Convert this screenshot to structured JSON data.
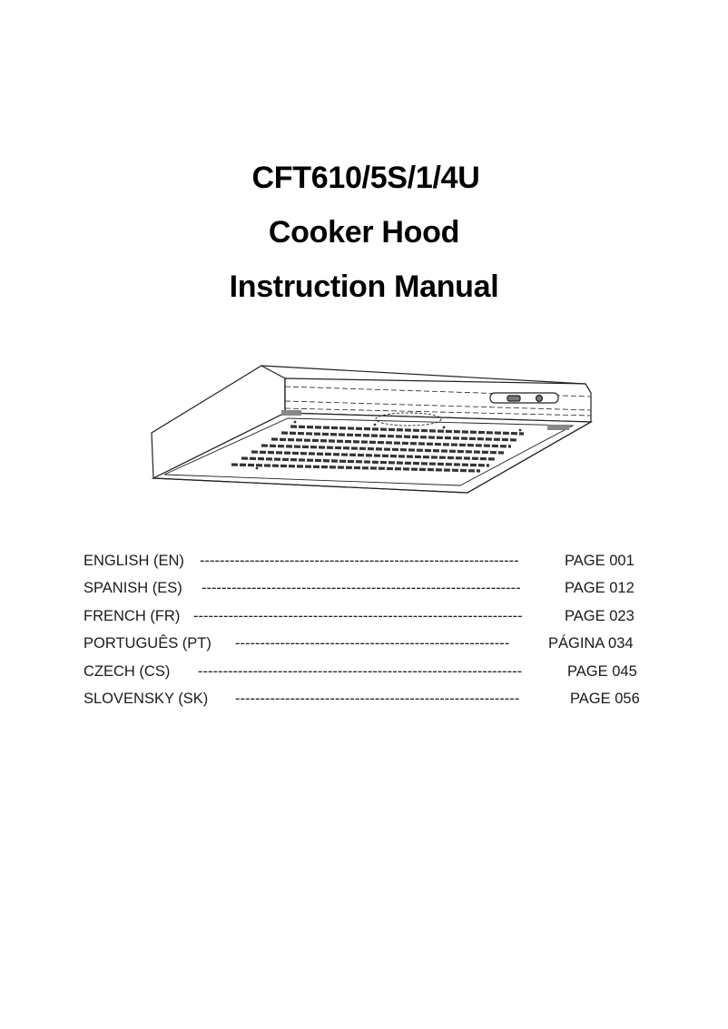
{
  "document": {
    "title_lines": [
      "CFT610/5S/1/4U",
      "Cooker Hood",
      "Instruction Manual"
    ],
    "illustration": {
      "icon": "cooker-hood-illustration",
      "description": "Line drawing of slim under-cabinet cooker hood with grease filter grille and front control switches"
    },
    "toc": [
      {
        "language": "ENGLISH (EN)",
        "leader": "----------------------------------------------------------------",
        "page": "PAGE 001"
      },
      {
        "language": "SPANISH (ES)",
        "leader": "----------------------------------------------------------------",
        "page": "PAGE 012"
      },
      {
        "language": "FRENCH (FR)",
        "leader": "------------------------------------------------------------------",
        "page": "PAGE 023"
      },
      {
        "language": "PORTUGUÊS (PT)",
        "leader": "-------------------------------------------------------",
        "page": "PÁGINA 034"
      },
      {
        "language": "CZECH  (CS)",
        "leader": "-----------------------------------------------------------------",
        "page": "PAGE  045"
      },
      {
        "language": "SLOVENSKY (SK)",
        "leader": "---------------------------------------------------------",
        "page": "PAGE 056"
      }
    ]
  }
}
